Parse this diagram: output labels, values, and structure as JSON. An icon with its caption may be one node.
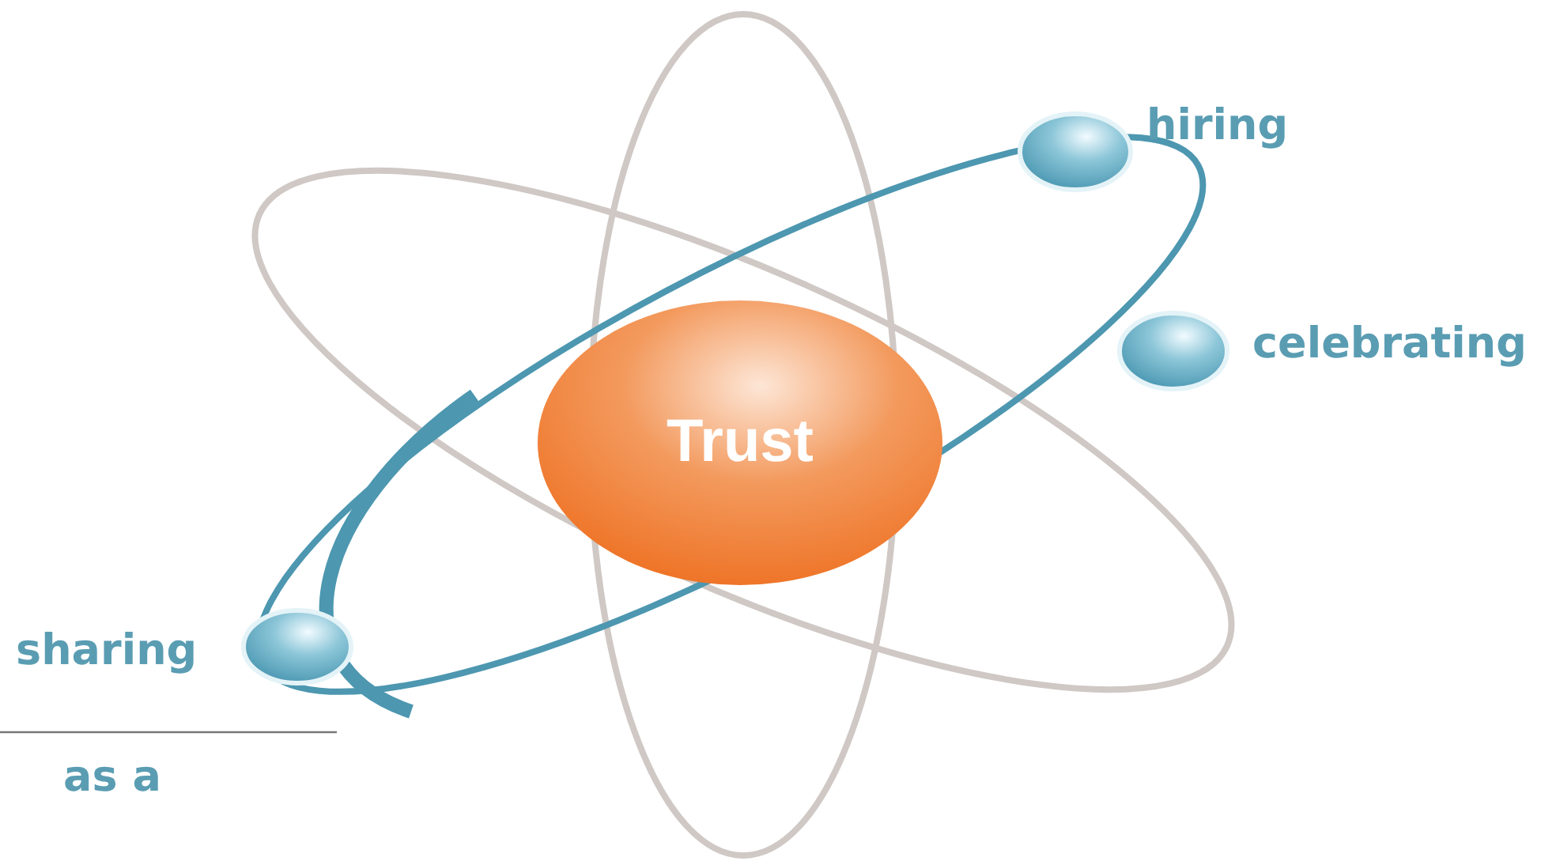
{
  "diagram": {
    "nodes": [
      {
        "text": [
          "Trust"
        ]
      },
      {
        "text": [],
        "shape": "circle",
        "beside": [
          "hiring"
        ]
      },
      {
        "text": [],
        "shape": "circle",
        "beside": [
          "celebrating"
        ]
      },
      {
        "text": [],
        "shape": "circle",
        "beside": [
          "sharing"
        ]
      }
    ],
    "labels": [
      "as a"
    ]
  }
}
